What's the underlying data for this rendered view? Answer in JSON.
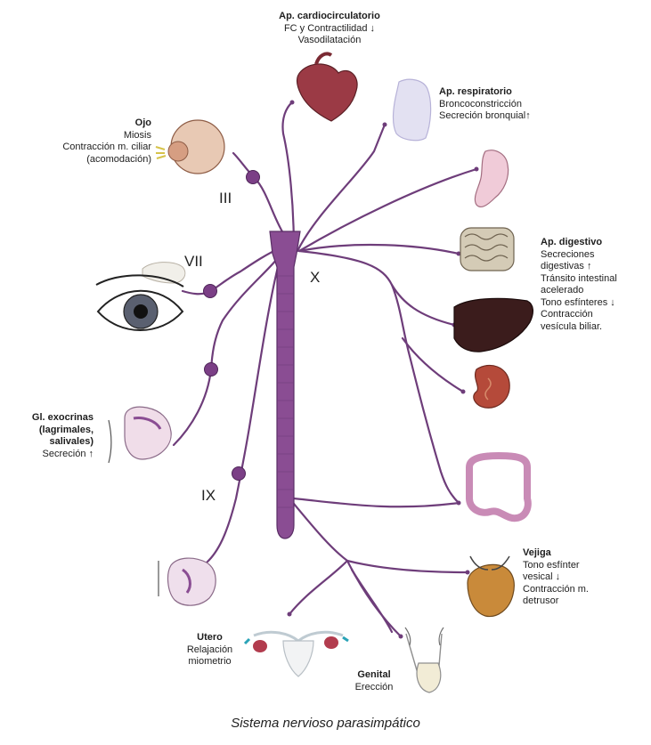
{
  "diagram": {
    "caption": "Sistema nervioso parasimpático",
    "nerve_labels": {
      "n3": "III",
      "n7": "VII",
      "n9": "IX",
      "n10": "X"
    },
    "organs": {
      "cardio": {
        "title": "Ap. cardiocirculatorio",
        "lines": [
          "FC y Contractilidad ↓",
          "Vasodilatación"
        ]
      },
      "resp": {
        "title": "Ap. respiratorio",
        "lines": [
          "Broncoconstricción",
          "Secreción bronquial↑"
        ]
      },
      "eye": {
        "title": "Ojo",
        "lines": [
          "Miosis",
          "Contracción m. ciliar",
          "(acomodación)"
        ]
      },
      "digest": {
        "title": "Ap. digestivo",
        "lines": [
          "Secreciones",
          "digestivas ↑",
          "Tránsito intestinal",
          "acelerado",
          "Tono esfínteres ↓",
          "Contracción",
          "vesícula biliar."
        ]
      },
      "glands": {
        "title": "Gl. exocrinas",
        "lines": [
          "(lagrimales,",
          "salivales)",
          "Secreción ↑"
        ]
      },
      "bladder": {
        "title": "Vejiga",
        "lines": [
          "Tono esfínter",
          "vesical ↓",
          "Contracción m.",
          "detrusor"
        ]
      },
      "uterus": {
        "title": "Utero",
        "lines": [
          "Relajación",
          "miometrio"
        ]
      },
      "genital": {
        "title": "Genital",
        "lines": [
          "Erección"
        ]
      }
    },
    "colors": {
      "nerve": "#6e3d7a",
      "spinal_cord": "#8a4d93",
      "ganglion": "#7b3f86",
      "heart": "#9b3a45",
      "lung": "#c9c4e6",
      "stomach": "#e7b8c8",
      "intestine": "#b7ad97",
      "liver": "#3b1c1c",
      "kidney": "#b54a3a",
      "colon": "#e4b8d4",
      "bladder": "#c98a3a",
      "iris": "#5a6070"
    }
  }
}
